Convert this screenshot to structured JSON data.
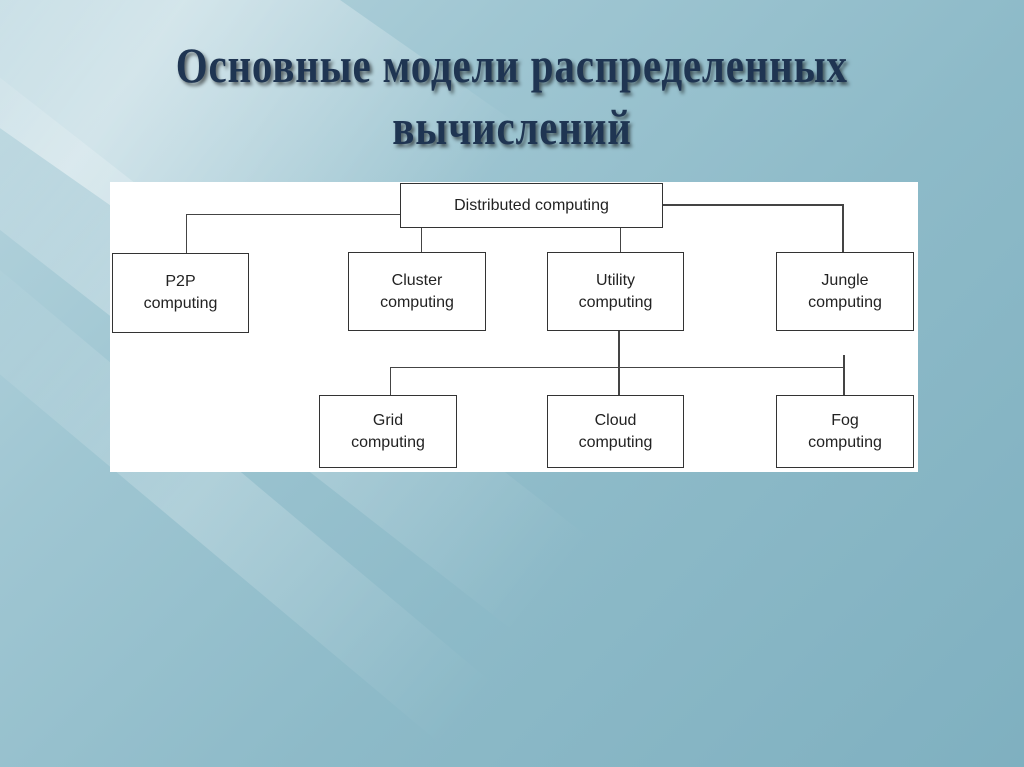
{
  "title": {
    "line1": "Основные модели распределенных",
    "line2": "вычислений"
  },
  "diagram": {
    "root": "Distributed computing",
    "level1": [
      {
        "l1": "P2P",
        "l2": "computing"
      },
      {
        "l1": "Cluster",
        "l2": "computing"
      },
      {
        "l1": "Utility",
        "l2": "computing"
      },
      {
        "l1": "Jungle",
        "l2": "computing"
      }
    ],
    "level2": [
      {
        "l1": "Grid",
        "l2": "computing"
      },
      {
        "l1": "Cloud",
        "l2": "computing"
      },
      {
        "l1": "Fog",
        "l2": "computing"
      }
    ]
  }
}
